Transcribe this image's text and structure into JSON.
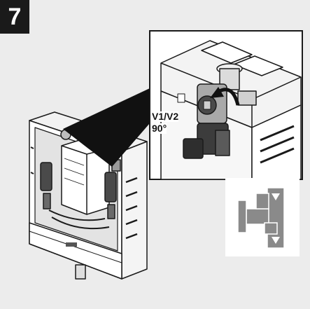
{
  "step": {
    "number": "7"
  },
  "callout": {
    "valve_label": "V1/V2",
    "angle_label": "90°"
  },
  "icons": {
    "main_unit": "wall-mounted-water-heater-unit",
    "detail": "valve-rotation-detail",
    "symbol": "shut-off-valve-symbol"
  },
  "colors": {
    "background": "#ececec",
    "badge": "#1a1a1a",
    "line": "#1a1a1a",
    "symbol_fill": "#8a8a8a"
  }
}
